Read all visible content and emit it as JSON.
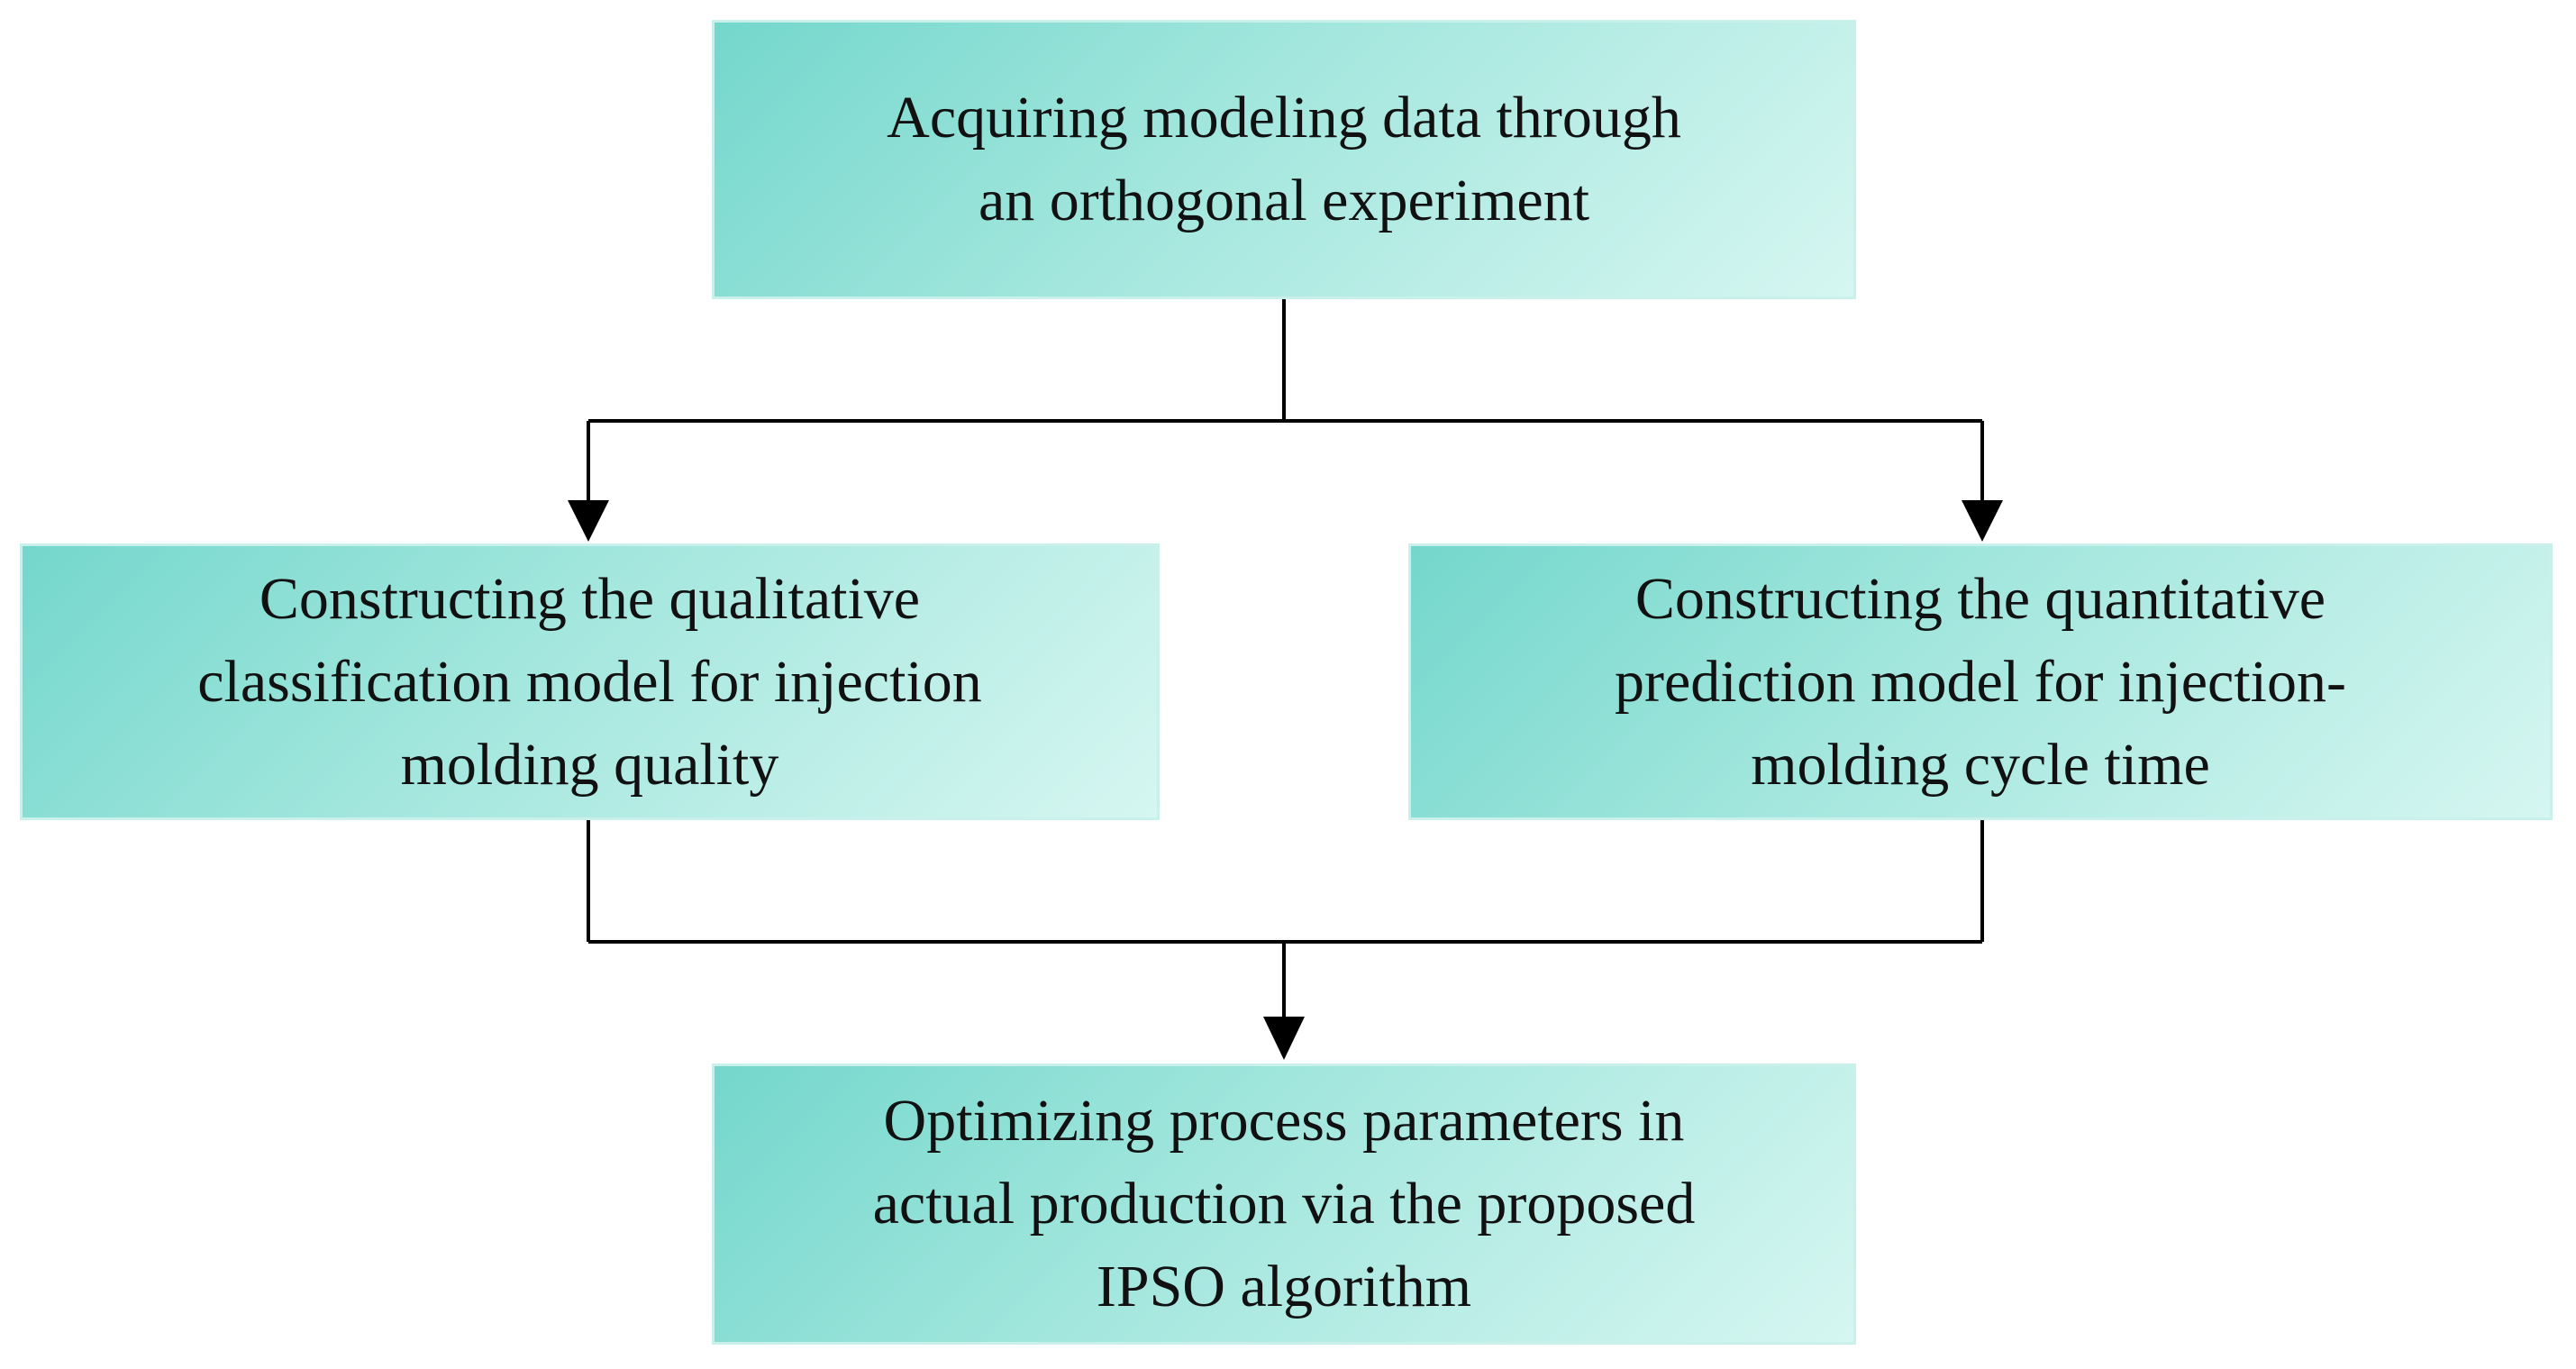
{
  "nodes": {
    "acquire": "Acquiring modeling data through\nan orthogonal experiment",
    "qualitative": "Constructing the qualitative\nclassification  model for injection\nmolding quality",
    "quantitative": "Constructing the quantitative\nprediction model for injection-\nmolding  cycle time",
    "optimize": "Optimizing  process parameters in\nactual production via the proposed\nIPSO algorithm"
  },
  "colors": {
    "box_fill_start": "#74d7cc",
    "box_fill_end": "#d6f6f1",
    "line": "#000000"
  }
}
